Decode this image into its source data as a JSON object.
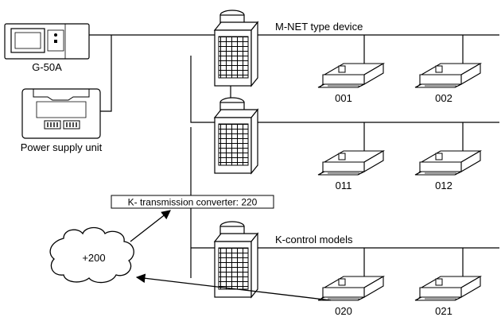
{
  "labels": {
    "controller": "G-50A",
    "power_supply": "Power supply unit",
    "mnet": "M-NET type device",
    "kcontrol": "K-control models",
    "converter": "K- transmission converter: 220",
    "cloud": "+200"
  },
  "indoor_units": [
    {
      "address": "001"
    },
    {
      "address": "002"
    },
    {
      "address": "011"
    },
    {
      "address": "012"
    },
    {
      "address": "020"
    },
    {
      "address": "021"
    }
  ],
  "icons": {
    "controller": "g50a-controller-icon",
    "power_supply": "power-supply-unit-icon",
    "outdoor_unit": "outdoor-unit-icon",
    "indoor_unit": "ceiling-cassette-indoor-unit-icon",
    "cloud": "cloud-icon"
  }
}
